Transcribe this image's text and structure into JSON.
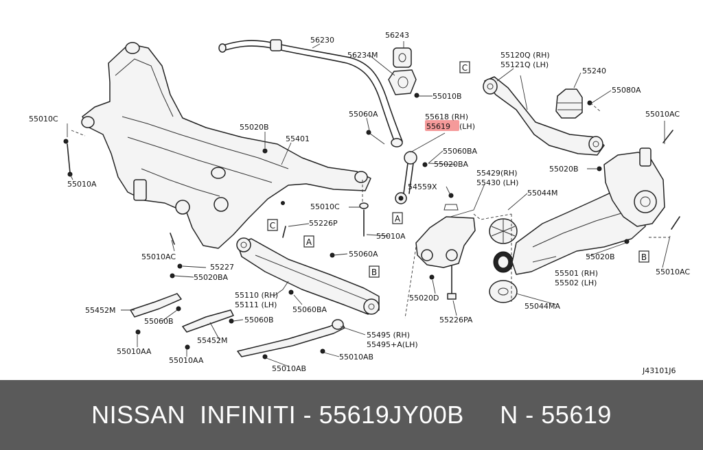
{
  "diagram_code": "J43101J6",
  "footer": {
    "text": "NISSAN  INFINITI - 55619JY00B     N - 55619"
  },
  "highlight_color": "#f59a9a",
  "labels": {
    "l56230": "56230",
    "l56243": "56243",
    "l56234m": "56234M",
    "l55010b": "55010B",
    "l55060a_top": "55060A",
    "l55618": "55618 (RH)",
    "l55619": "55619",
    "l55619_lh": "(LH)",
    "l55060ba_top": "55060BA",
    "l55020ba_top": "55020BA",
    "l55120q": "55120Q (RH)",
    "l55121q": "55121Q (LH)",
    "l55240": "55240",
    "l55080a": "55080A",
    "l55010ac_right": "55010AC",
    "l55020b_right": "55020B",
    "l55010c_left": "55010C",
    "l55020b_mid": "55020B",
    "l55401": "55401",
    "l55010a_left": "55010A",
    "l55429": "55429(RH)",
    "l55430": "55430 (LH)",
    "l54559x": "54559X",
    "l55044m": "55044M",
    "l55010c_mid": "55010C",
    "l55226p": "55226P",
    "l55010a_mid": "55010A",
    "l55010ac_left": "55010AC",
    "l55227": "55227",
    "l55020ba_left": "55020BA",
    "l55060a_mid": "55060A",
    "l55110": "55110 (RH)",
    "l55111": "55111 (LH)",
    "l55060ba_mid": "55060BA",
    "l55020d": "55020D",
    "l55226pa": "55226PA",
    "l55501": "55501 (RH)",
    "l55502": "55502 (LH)",
    "l55020b_low": "55020B",
    "l55010ac_low": "55010AC",
    "l55044ma": "55044MA",
    "l55452m_a": "55452M",
    "l55060b_a": "55060B",
    "l55060b_b": "55060B",
    "l55452m_b": "55452M",
    "l55495": "55495 (RH)",
    "l55495a": "55495+A(LH)",
    "l55010aa_a": "55010AA",
    "l55010aa_b": "55010AA",
    "l55010ab": "55010AB",
    "l55010ab_low": "55010AB",
    "box_a1": "A",
    "box_a2": "A",
    "box_b1": "B",
    "box_b2": "B",
    "box_c1": "C",
    "box_c2": "C"
  }
}
